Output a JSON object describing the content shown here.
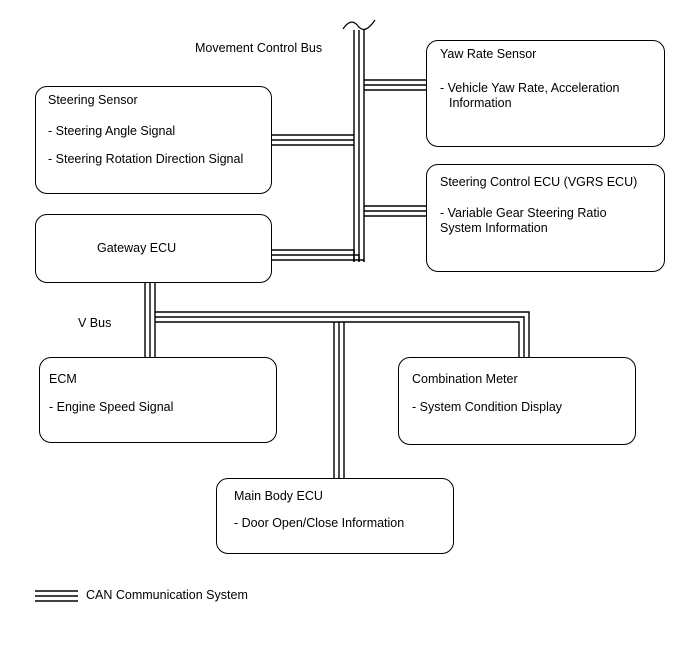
{
  "labels": {
    "movement_control_bus": "Movement Control Bus",
    "v_bus": "V Bus",
    "legend": "CAN Communication System"
  },
  "nodes": {
    "yaw_rate_sensor": {
      "title": "Yaw Rate Sensor",
      "line1": "- Vehicle Yaw Rate, Acceleration",
      "line2": "Information"
    },
    "steering_sensor": {
      "title": "Steering Sensor",
      "line1": "- Steering Angle Signal",
      "line2": "- Steering Rotation Direction Signal"
    },
    "steering_control_ecu": {
      "title": "Steering Control ECU (VGRS ECU)",
      "line1": "- Variable Gear Steering Ratio",
      "line2": "System Information"
    },
    "gateway_ecu": {
      "title": "Gateway ECU"
    },
    "ecm": {
      "title": "ECM",
      "line1": "- Engine Speed Signal"
    },
    "combination_meter": {
      "title": "Combination Meter",
      "line1": "- System Condition Display"
    },
    "main_body_ecu": {
      "title": "Main Body ECU",
      "line1": "- Door Open/Close Information"
    }
  }
}
